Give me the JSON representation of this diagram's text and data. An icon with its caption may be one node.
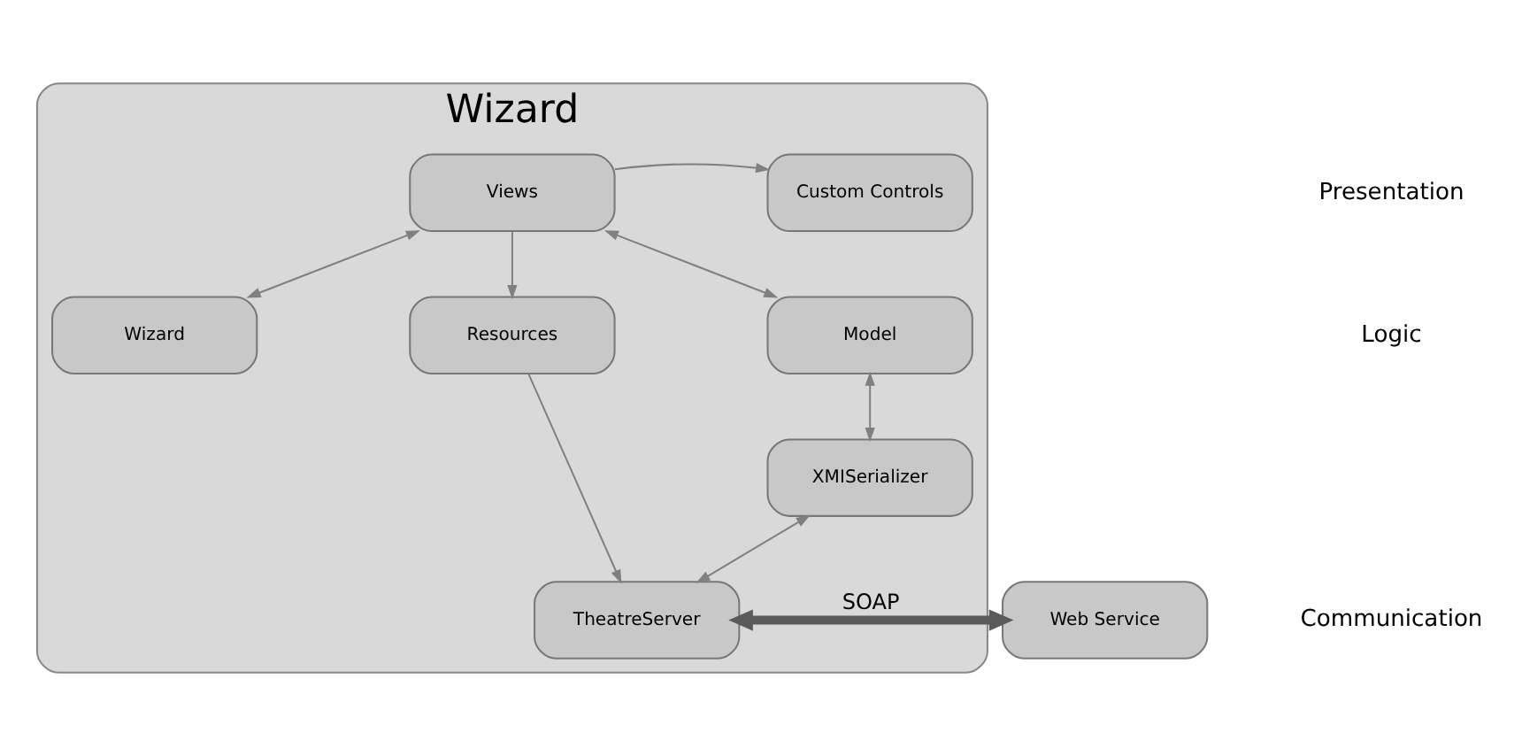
{
  "diagram": {
    "nodes": [
      {
        "text": [
          "Wizard"
        ]
      },
      {
        "text": [
          "Views"
        ],
        "in": 0
      },
      {
        "text": [
          "Custom Controls"
        ],
        "in": 0
      },
      {
        "text": [
          "Wizard"
        ],
        "in": 0
      },
      {
        "text": [
          "Resources"
        ],
        "in": 0
      },
      {
        "text": [
          "Model"
        ],
        "in": 0
      },
      {
        "text": [
          "XMISerializer"
        ],
        "in": 0
      },
      {
        "text": [
          "TheatreServer"
        ],
        "in": 0
      },
      {
        "text": [
          "Web Service"
        ]
      }
    ],
    "edges": [
      {
        "from": 1,
        "to": 2,
        "arrow": "to"
      },
      {
        "from": 1,
        "to": 3,
        "arrow": "both"
      },
      {
        "from": 1,
        "to": 4,
        "arrow": "to"
      },
      {
        "from": 1,
        "to": 5,
        "arrow": "both"
      },
      {
        "from": 5,
        "to": 6,
        "arrow": "both"
      },
      {
        "from": 6,
        "to": 7,
        "arrow": "both"
      },
      {
        "from": 4,
        "to": 7,
        "arrow": "to"
      },
      {
        "from": 7,
        "to": 8,
        "arrow": "both",
        "label": "SOAP",
        "style": "thick",
        "color": "#5a5a5a"
      }
    ],
    "labels": [
      "Presentation",
      "Logic",
      "Communication"
    ]
  }
}
